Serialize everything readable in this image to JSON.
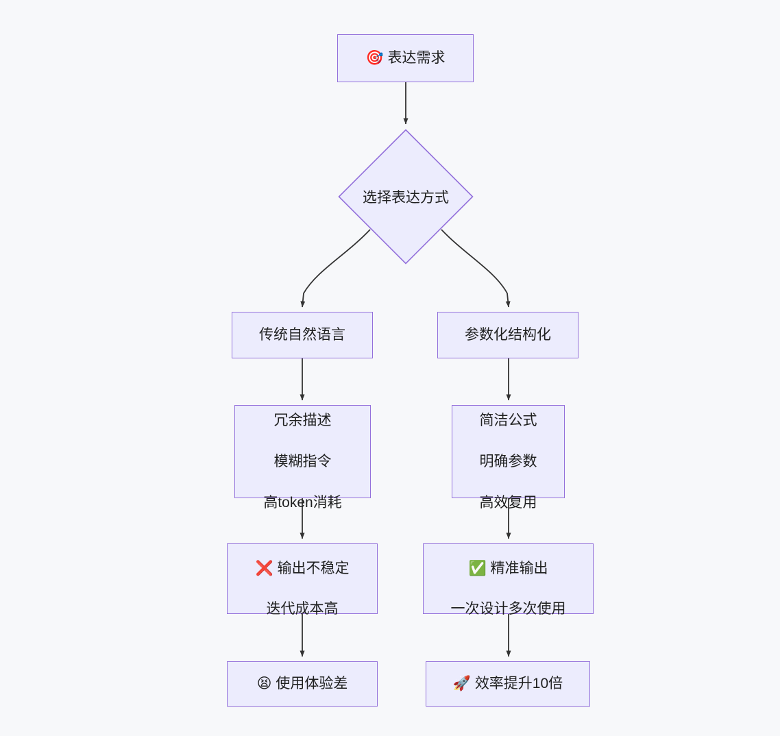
{
  "diagram": {
    "type": "flowchart",
    "direction": "top-down",
    "background_color": "#f7f8fa",
    "node_fill_color": "#ececfd",
    "node_border_color": "#9370db",
    "edge_color": "#333333",
    "text_color": "#1f2020",
    "nodes": [
      {
        "id": "start",
        "shape": "rect",
        "emoji": "🎯",
        "emoji_name": "direct-hit-icon",
        "text": "表达需求"
      },
      {
        "id": "decide",
        "shape": "diamond",
        "text": "选择表达方式"
      },
      {
        "id": "traditional",
        "shape": "rect",
        "text": "传统自然语言"
      },
      {
        "id": "parameterized",
        "shape": "rect",
        "text": "参数化结构化"
      },
      {
        "id": "traditional-detail",
        "shape": "rect",
        "lines": [
          "冗余描述",
          "模糊指令",
          "高token消耗"
        ]
      },
      {
        "id": "parameterized-detail",
        "shape": "rect",
        "lines": [
          "简洁公式",
          "明确参数",
          "高效复用"
        ]
      },
      {
        "id": "bad-result",
        "shape": "rect",
        "emoji": "❌",
        "emoji_name": "cross-mark-icon",
        "line1": "输出不稳定",
        "line2": "迭代成本高"
      },
      {
        "id": "good-result",
        "shape": "rect",
        "emoji": "✅",
        "emoji_name": "check-mark-button-icon",
        "line1": "精准输出",
        "line2": "一次设计多次使用"
      },
      {
        "id": "bad-final",
        "shape": "rect",
        "emoji": "😫",
        "emoji_name": "weary-face-icon",
        "text": "使用体验差"
      },
      {
        "id": "good-final",
        "shape": "rect",
        "emoji": "🚀",
        "emoji_name": "rocket-icon",
        "text": "效率提升10倍"
      }
    ],
    "edges": [
      {
        "from": "start",
        "to": "decide",
        "style": "straight-arrow",
        "label": ""
      },
      {
        "from": "decide",
        "to": "traditional",
        "style": "curved-arrow",
        "label": ""
      },
      {
        "from": "decide",
        "to": "parameterized",
        "style": "curved-arrow",
        "label": ""
      },
      {
        "from": "traditional",
        "to": "traditional-detail",
        "style": "straight-arrow",
        "label": ""
      },
      {
        "from": "parameterized",
        "to": "parameterized-detail",
        "style": "straight-arrow",
        "label": ""
      },
      {
        "from": "traditional-detail",
        "to": "bad-result",
        "style": "straight-arrow",
        "label": ""
      },
      {
        "from": "parameterized-detail",
        "to": "good-result",
        "style": "straight-arrow",
        "label": ""
      },
      {
        "from": "bad-result",
        "to": "bad-final",
        "style": "straight-arrow",
        "label": ""
      },
      {
        "from": "good-result",
        "to": "good-final",
        "style": "straight-arrow",
        "label": ""
      }
    ]
  }
}
